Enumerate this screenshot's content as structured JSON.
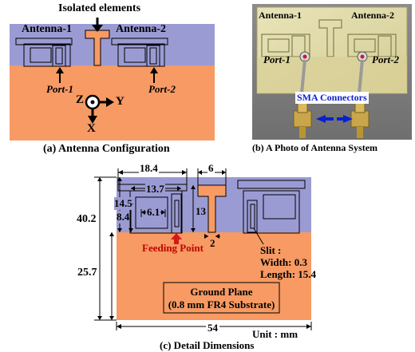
{
  "colors": {
    "substrate": "#9b9bd4",
    "ground": "#f79a63",
    "line": "#000000",
    "red_arrow": "#d21a1a",
    "feeding_text": "#c00000",
    "sma_text": "#0a1fd0"
  },
  "panel_a": {
    "isolated_elements": "Isolated elements",
    "antenna1": "Antenna-1",
    "antenna2": "Antenna-2",
    "port1": "Port-1",
    "port2": "Port-2",
    "axis_z": "Z",
    "axis_y": "Y",
    "axis_x": "X",
    "caption": "(a) Antenna Configuration"
  },
  "panel_b": {
    "antenna1": "Antenna-1",
    "antenna2": "Antenna-2",
    "port1": "Port-1",
    "port2": "Port-2",
    "sma": "SMA Connectors",
    "caption": "(b) A Photo of Antenna System"
  },
  "panel_c": {
    "dim_18_4": "18.4",
    "dim_6": "6",
    "dim_13_7": "13.7",
    "dim_14_5": "14.5",
    "dim_8_4": "8.4",
    "dim_6_1": "6.1",
    "dim_13": "13",
    "dim_2": "2",
    "dim_40_2": "40.2",
    "dim_25_7": "25.7",
    "dim_54": "54",
    "feeding_point": "Feeding Point",
    "slit_title": "Slit :",
    "slit_width": "Width: 0.3",
    "slit_length": "Length: 15.4",
    "ground_plane": "Ground Plane",
    "substrate": "(0.8 mm FR4 Substrate)",
    "unit": "Unit : mm",
    "caption": "(c) Detail Dimensions"
  }
}
